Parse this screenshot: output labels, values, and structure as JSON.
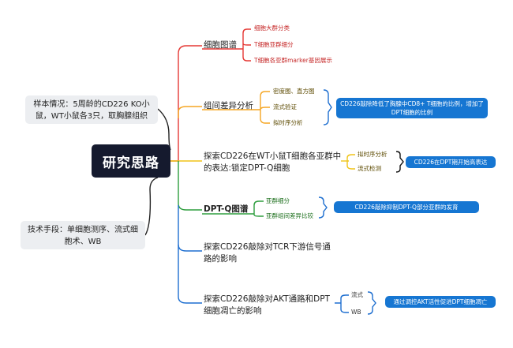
{
  "root": {
    "label": "研究思路"
  },
  "side_notes": [
    {
      "text": "样本情况：5周龄的CD226 KO小鼠，WT小鼠各3只，取胸腺组织"
    },
    {
      "text": "技术手段：单细胞测序、流式细胞术、WB"
    }
  ],
  "branches": [
    {
      "label": "细胞图谱",
      "color": "#e53935",
      "children": [
        "细胞大群分类",
        "T细胞亚群细分",
        "T细胞各亚群marker基因展示"
      ]
    },
    {
      "label": "组间差异分析",
      "color": "#f5a623",
      "children": [
        "密度图、直方图",
        "流式验证",
        "拟时序分析"
      ],
      "conclusion": "CD226敲除降低了胸腺中CD8+ T细胞的比例，增加了DPT细胞的比例"
    },
    {
      "label": "探索CD226在WT小鼠T细胞各亚群中的表达:锁定DPT-Q细胞",
      "color": "#f0c419",
      "children": [
        "拟时序分析",
        "流式检测"
      ],
      "conclusion": "CD226在DPT期开始高表达"
    },
    {
      "label": "DPT-Q图谱",
      "color": "#2e9e3e",
      "children": [
        "亚群细分",
        "亚群组间差异比较"
      ],
      "conclusion": "CD226敲除抑制DPT-Q部分亚群的发育"
    },
    {
      "label": "探索CD226敲除对TCR下游信号通路的影响",
      "color": "#1e6fd0"
    },
    {
      "label": "探索CD226敲除对AKT通路和DPT细胞凋亡的影响",
      "color": "#1e6fd0",
      "children": [
        "流式",
        "WB"
      ],
      "conclusion": "通过调控AKT活性促进DPT细胞凋亡"
    }
  ],
  "colors": {
    "root_bg": "#151a2e",
    "callout_bg": "#1676d2",
    "side_bg": "#eceef1"
  }
}
